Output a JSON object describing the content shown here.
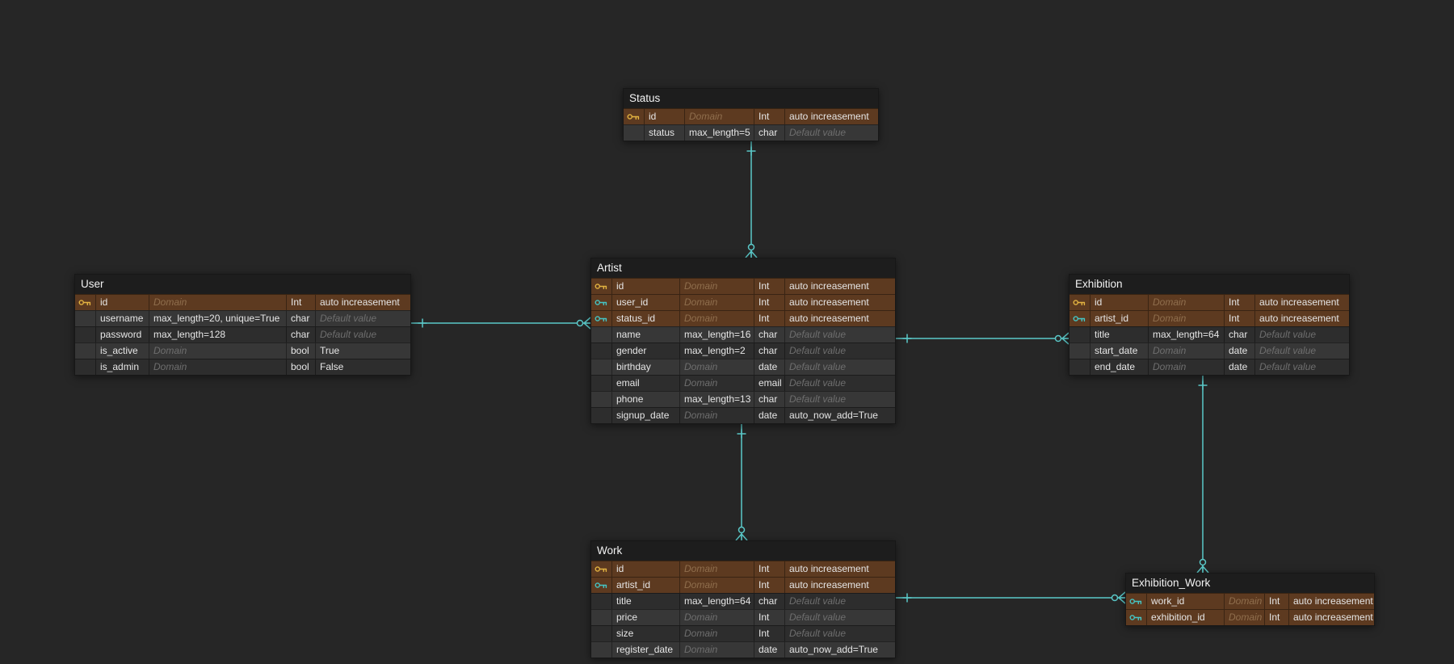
{
  "app": {
    "name": "database-er-diagram",
    "background": "#262626"
  },
  "colors": {
    "relationship_line": "#5ac8c8",
    "key_row_background": "#5d3a20",
    "primary_key_icon": "#e3b341",
    "foreign_key_icon": "#45c5c5",
    "header_background": "#1d1d1d",
    "row_light": "#373737",
    "row_dark": "#2d2d2d"
  },
  "tables": [
    {
      "id": "status",
      "title": "Status",
      "rows": [
        {
          "key": "pk",
          "name": "id",
          "domain": "Domain",
          "domain_is_placeholder": true,
          "type": "Int",
          "extra": "auto increasement",
          "extra_is_placeholder": false
        },
        {
          "key": "",
          "name": "status",
          "domain": "max_length=5",
          "domain_is_placeholder": false,
          "type": "char",
          "extra": "Default value",
          "extra_is_placeholder": true
        }
      ]
    },
    {
      "id": "user",
      "title": "User",
      "rows": [
        {
          "key": "pk",
          "name": "id",
          "domain": "Domain",
          "domain_is_placeholder": true,
          "type": "Int",
          "extra": "auto increasement",
          "extra_is_placeholder": false
        },
        {
          "key": "",
          "name": "username",
          "domain": "max_length=20, unique=True",
          "domain_is_placeholder": false,
          "type": "char",
          "extra": "Default value",
          "extra_is_placeholder": true
        },
        {
          "key": "",
          "name": "password",
          "domain": "max_length=128",
          "domain_is_placeholder": false,
          "type": "char",
          "extra": "Default value",
          "extra_is_placeholder": true
        },
        {
          "key": "",
          "name": "is_active",
          "domain": "Domain",
          "domain_is_placeholder": true,
          "type": "bool",
          "extra": "True",
          "extra_is_placeholder": false
        },
        {
          "key": "",
          "name": "is_admin",
          "domain": "Domain",
          "domain_is_placeholder": true,
          "type": "bool",
          "extra": "False",
          "extra_is_placeholder": false
        }
      ]
    },
    {
      "id": "artist",
      "title": "Artist",
      "rows": [
        {
          "key": "pk",
          "name": "id",
          "domain": "Domain",
          "domain_is_placeholder": true,
          "type": "Int",
          "extra": "auto increasement",
          "extra_is_placeholder": false
        },
        {
          "key": "fk",
          "name": "user_id",
          "domain": "Domain",
          "domain_is_placeholder": true,
          "type": "Int",
          "extra": "auto increasement",
          "extra_is_placeholder": false
        },
        {
          "key": "fk",
          "name": "status_id",
          "domain": "Domain",
          "domain_is_placeholder": true,
          "type": "Int",
          "extra": "auto increasement",
          "extra_is_placeholder": false
        },
        {
          "key": "",
          "name": "name",
          "domain": "max_length=16",
          "domain_is_placeholder": false,
          "type": "char",
          "extra": "Default value",
          "extra_is_placeholder": true
        },
        {
          "key": "",
          "name": "gender",
          "domain": "max_length=2",
          "domain_is_placeholder": false,
          "type": "char",
          "extra": "Default value",
          "extra_is_placeholder": true
        },
        {
          "key": "",
          "name": "birthday",
          "domain": "Domain",
          "domain_is_placeholder": true,
          "type": "date",
          "extra": "Default value",
          "extra_is_placeholder": true
        },
        {
          "key": "",
          "name": "email",
          "domain": "Domain",
          "domain_is_placeholder": true,
          "type": "email",
          "extra": "Default value",
          "extra_is_placeholder": true
        },
        {
          "key": "",
          "name": "phone",
          "domain": "max_length=13",
          "domain_is_placeholder": false,
          "type": "char",
          "extra": "Default value",
          "extra_is_placeholder": true
        },
        {
          "key": "",
          "name": "signup_date",
          "domain": "Domain",
          "domain_is_placeholder": true,
          "type": "date",
          "extra": "auto_now_add=True",
          "extra_is_placeholder": false
        }
      ]
    },
    {
      "id": "exhibition",
      "title": "Exhibition",
      "rows": [
        {
          "key": "pk",
          "name": "id",
          "domain": "Domain",
          "domain_is_placeholder": true,
          "type": "Int",
          "extra": "auto increasement",
          "extra_is_placeholder": false
        },
        {
          "key": "fk",
          "name": "artist_id",
          "domain": "Domain",
          "domain_is_placeholder": true,
          "type": "Int",
          "extra": "auto increasement",
          "extra_is_placeholder": false
        },
        {
          "key": "",
          "name": "title",
          "domain": "max_length=64",
          "domain_is_placeholder": false,
          "type": "char",
          "extra": "Default value",
          "extra_is_placeholder": true
        },
        {
          "key": "",
          "name": "start_date",
          "domain": "Domain",
          "domain_is_placeholder": true,
          "type": "date",
          "extra": "Default value",
          "extra_is_placeholder": true
        },
        {
          "key": "",
          "name": "end_date",
          "domain": "Domain",
          "domain_is_placeholder": true,
          "type": "date",
          "extra": "Default value",
          "extra_is_placeholder": true
        }
      ]
    },
    {
      "id": "work",
      "title": "Work",
      "rows": [
        {
          "key": "pk",
          "name": "id",
          "domain": "Domain",
          "domain_is_placeholder": true,
          "type": "Int",
          "extra": "auto increasement",
          "extra_is_placeholder": false
        },
        {
          "key": "fk",
          "name": "artist_id",
          "domain": "Domain",
          "domain_is_placeholder": true,
          "type": "Int",
          "extra": "auto increasement",
          "extra_is_placeholder": false
        },
        {
          "key": "",
          "name": "title",
          "domain": "max_length=64",
          "domain_is_placeholder": false,
          "type": "char",
          "extra": "Default value",
          "extra_is_placeholder": true
        },
        {
          "key": "",
          "name": "price",
          "domain": "Domain",
          "domain_is_placeholder": true,
          "type": "Int",
          "extra": "Default value",
          "extra_is_placeholder": true
        },
        {
          "key": "",
          "name": "size",
          "domain": "Domain",
          "domain_is_placeholder": true,
          "type": "Int",
          "extra": "Default value",
          "extra_is_placeholder": true
        },
        {
          "key": "",
          "name": "register_date",
          "domain": "Domain",
          "domain_is_placeholder": true,
          "type": "date",
          "extra": "auto_now_add=True",
          "extra_is_placeholder": false
        }
      ]
    },
    {
      "id": "exhibition_work",
      "title": "Exhibition_Work",
      "rows": [
        {
          "key": "fk",
          "name": "work_id",
          "domain": "Domain",
          "domain_is_placeholder": true,
          "type": "Int",
          "extra": "auto increasement",
          "extra_is_placeholder": false
        },
        {
          "key": "fk",
          "name": "exhibition_id",
          "domain": "Domain",
          "domain_is_placeholder": true,
          "type": "Int",
          "extra": "auto increasement",
          "extra_is_placeholder": false
        }
      ]
    }
  ],
  "relationships": [
    {
      "from": "Status",
      "to": "Artist",
      "from_cardinality": "one",
      "to_cardinality": "zero-or-many"
    },
    {
      "from": "User",
      "to": "Artist",
      "from_cardinality": "one",
      "to_cardinality": "zero-or-many"
    },
    {
      "from": "Artist",
      "to": "Exhibition",
      "from_cardinality": "one",
      "to_cardinality": "zero-or-many"
    },
    {
      "from": "Artist",
      "to": "Work",
      "from_cardinality": "one",
      "to_cardinality": "zero-or-many"
    },
    {
      "from": "Work",
      "to": "Exhibition_Work",
      "from_cardinality": "one",
      "to_cardinality": "zero-or-many"
    },
    {
      "from": "Exhibition",
      "to": "Exhibition_Work",
      "from_cardinality": "one",
      "to_cardinality": "zero-or-many"
    }
  ]
}
